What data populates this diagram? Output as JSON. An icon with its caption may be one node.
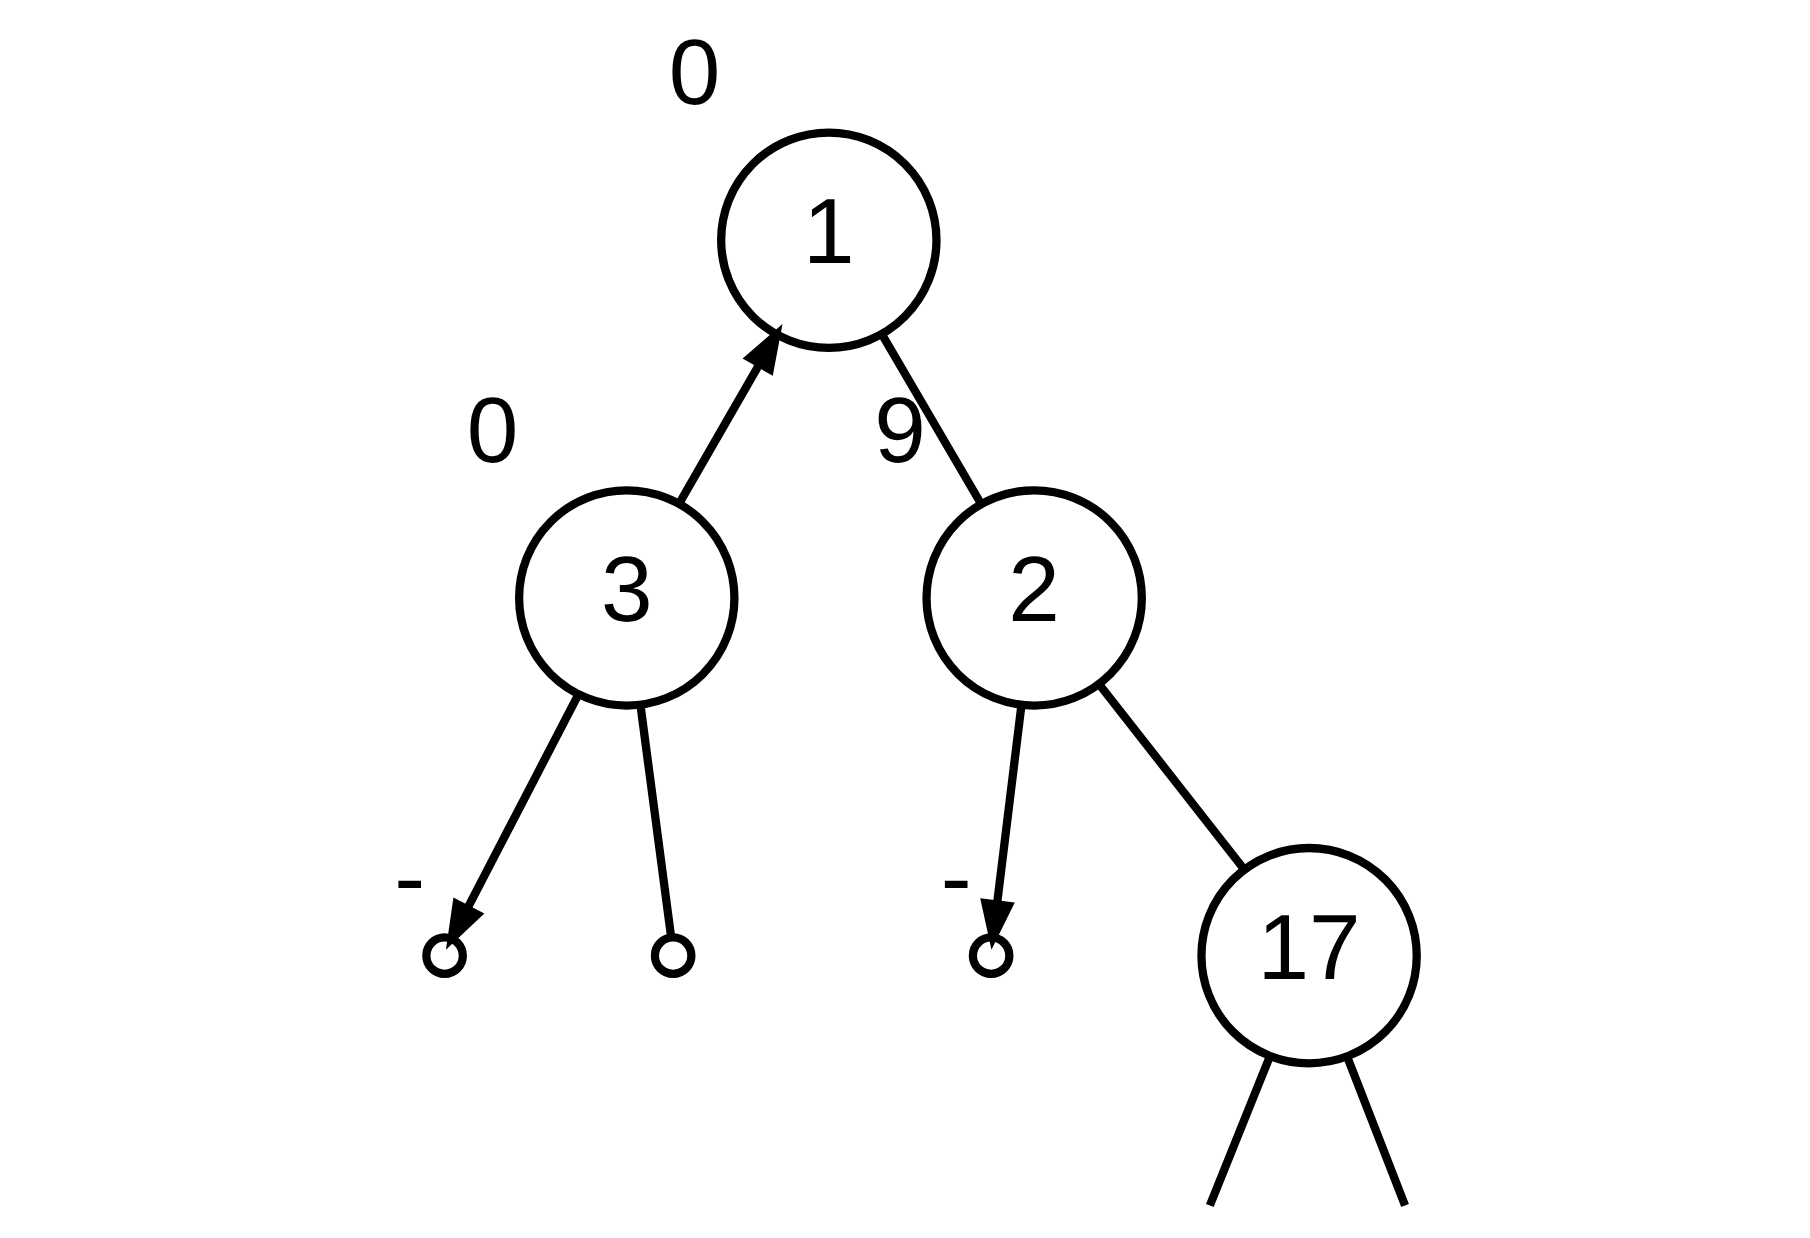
{
  "diagram": {
    "nodes": [
      {
        "text": [
          "1"
        ],
        "beside": [
          "0"
        ]
      },
      {
        "text": [
          "3"
        ],
        "beside": [
          "0"
        ]
      },
      {
        "text": [
          "2"
        ],
        "beside": [
          "9"
        ]
      },
      {
        "text": [],
        "shape": "circle",
        "beside": [
          "-"
        ]
      },
      {
        "text": [],
        "shape": "circle"
      },
      {
        "text": [],
        "shape": "circle",
        "beside": [
          "-"
        ]
      },
      {
        "text": [
          "17"
        ]
      }
    ],
    "edges": [
      {
        "from": 1,
        "to": 0,
        "arrow": "to"
      },
      {
        "from": 0,
        "to": 2,
        "arrow": "none"
      },
      {
        "from": 1,
        "to": 3,
        "arrow": "to"
      },
      {
        "from": 1,
        "to": 4,
        "arrow": "none"
      },
      {
        "from": 2,
        "to": 5,
        "arrow": "to"
      },
      {
        "from": 2,
        "to": 6,
        "arrow": "none"
      },
      {
        "from": 6,
        "to": null,
        "arrow": "none"
      },
      {
        "from": 6,
        "to": null,
        "arrow": "none"
      }
    ]
  }
}
